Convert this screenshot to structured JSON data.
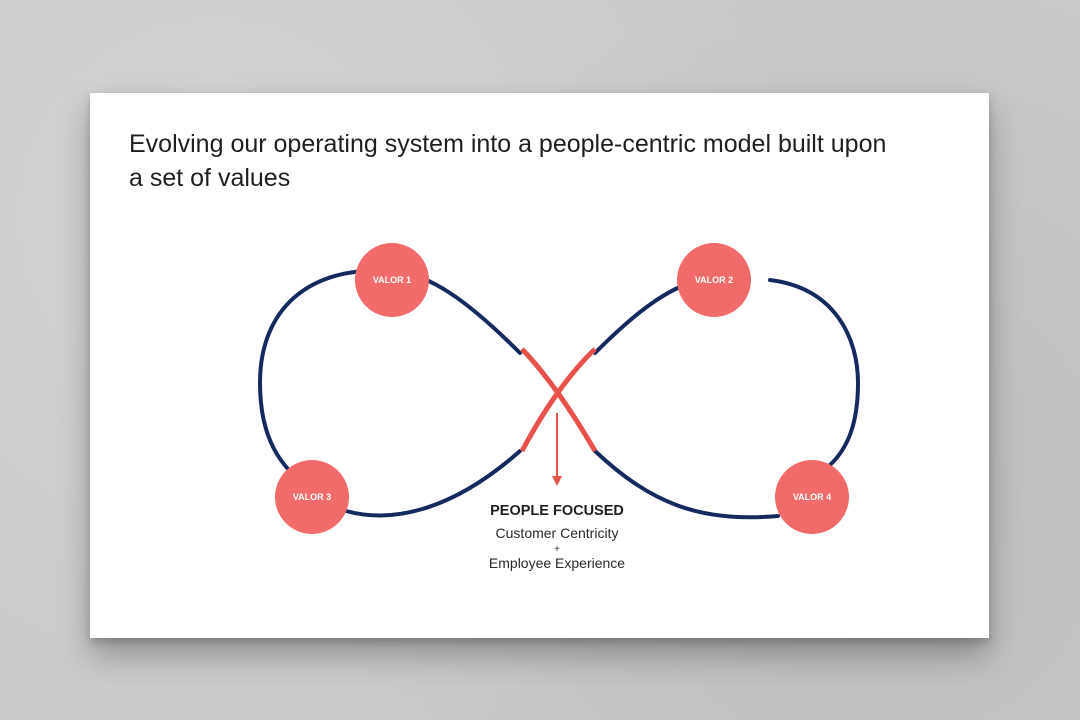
{
  "slide": {
    "title": "Evolving our operating system into a people-centric model built upon a set of values"
  },
  "diagram": {
    "colors": {
      "loop": "#14295e",
      "accent": "#e8524a",
      "node": "#f26b6b"
    },
    "nodes": [
      {
        "label": "VALOR 1"
      },
      {
        "label": "VALOR 2"
      },
      {
        "label": "VALOR 3"
      },
      {
        "label": "VALOR 4"
      }
    ],
    "focus": {
      "title": "PEOPLE FOCUSED",
      "line1": "Customer Centricity",
      "plus": "+",
      "line2": "Employee Experience"
    }
  }
}
